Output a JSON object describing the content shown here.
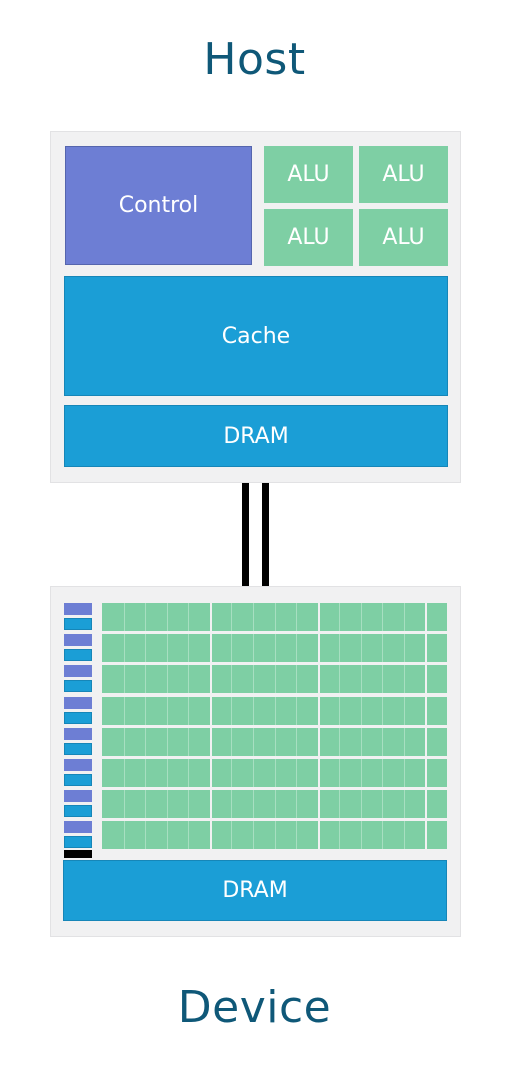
{
  "host": {
    "title": "Host",
    "control_label": "Control",
    "alu_labels": [
      "ALU",
      "ALU",
      "ALU",
      "ALU"
    ],
    "cache_label": "Cache",
    "dram_label": "DRAM"
  },
  "device": {
    "title": "Device",
    "dram_label": "DRAM",
    "core_rows": 8,
    "cells_per_row": 16
  },
  "colors": {
    "title": "#0f5878",
    "control": "#6d7ed4",
    "alu": "#7ecfa4",
    "cache_dram": "#1b9ed6",
    "panel": "#f1f1f2",
    "wire": "#000000"
  }
}
